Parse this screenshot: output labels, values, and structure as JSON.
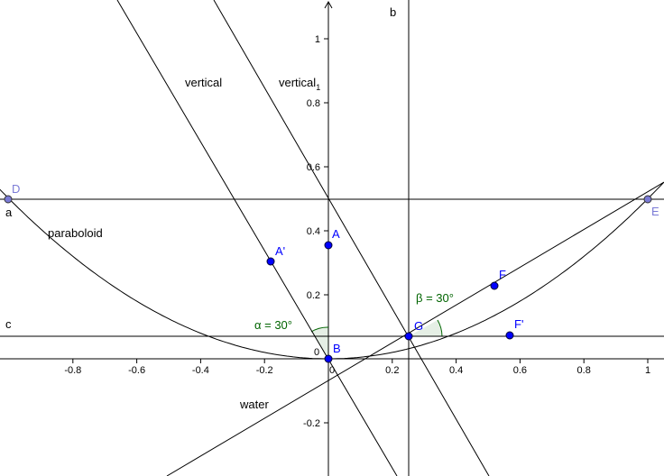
{
  "x_ticks": [
    "-0.8",
    "-0.6",
    "-0.4",
    "-0.2",
    "0",
    "0.2",
    "0.4",
    "0.6",
    "0.8",
    "1"
  ],
  "y_ticks": [
    "1",
    "0.8",
    "0.6",
    "0.4",
    "0.2",
    "-0.2"
  ],
  "origin_label": "0",
  "line_labels": {
    "a": "a",
    "b": "b",
    "c": "c",
    "vertical": "vertical",
    "vertical1": "vertical",
    "vertical1_sub": "1",
    "paraboloid": "paraboloid",
    "water": "water"
  },
  "points": {
    "A": "A",
    "A_prime": "A'",
    "B": "B",
    "D": "D",
    "E": "E",
    "F": "F",
    "F_prime": "F'",
    "G": "G"
  },
  "angles": {
    "alpha": "α = 30°",
    "beta": "β = 30°"
  },
  "colors": {
    "point": "#0000ff",
    "aux_point": "#7b7bd6",
    "angle": "#006400"
  }
}
